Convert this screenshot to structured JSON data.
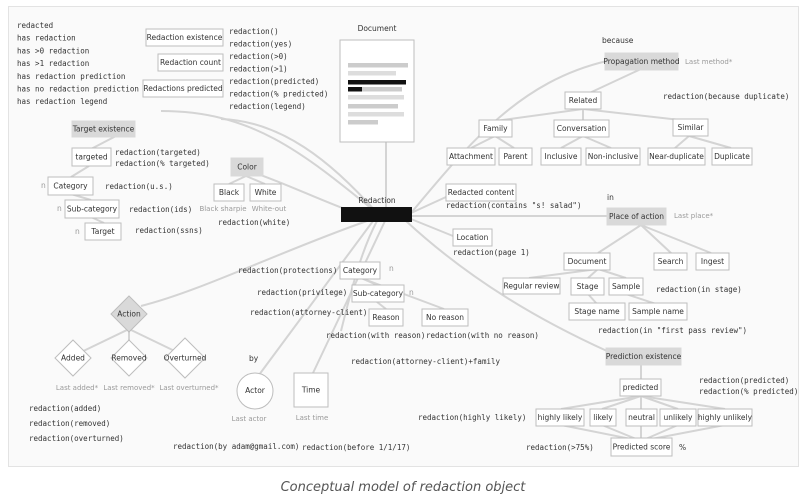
{
  "caption": "Conceptual model of redaction object",
  "top_left_list": [
    "redacted",
    "has redaction",
    "has >0 redaction",
    "has >1 redaction",
    "has redaction prediction",
    "has no redaction prediction",
    "has redaction legend"
  ],
  "doc": {
    "title": "Document",
    "center": "Redaction"
  },
  "existence": {
    "existence_box": "Redaction existence",
    "count_box": "Redaction count",
    "predicted_box": "Redactions predicted",
    "code": [
      "redaction()",
      "redaction(yes)",
      "redaction(>0)",
      "redaction(>1)",
      "redaction(predicted)",
      "redaction(% predicted)",
      "redaction(legend)"
    ]
  },
  "target": {
    "header": "Target existence",
    "targeted": "targeted",
    "category": "Category",
    "subcategory": "Sub-category",
    "target": "Target",
    "code_targeted": "redaction(targeted)",
    "code_pct": "redaction(% targeted)",
    "code_us": "redaction(u.s.)",
    "code_ids": "redaction(ids)",
    "code_ssns": "redaction(ssns)",
    "n": "n"
  },
  "color": {
    "header": "Color",
    "black": "Black",
    "white": "White",
    "black_sub": "Black sharpie",
    "white_sub": "White-out",
    "code": "redaction(white)"
  },
  "content": {
    "box": "Redacted content",
    "code": "redaction(contains \"s! salad\")"
  },
  "location": {
    "box": "Location",
    "code": "redaction(page 1)"
  },
  "propagation": {
    "because": "because",
    "header": "Propagation method",
    "last": "Last method*",
    "related": "Related",
    "family": "Family",
    "conversation": "Conversation",
    "similar": "Similar",
    "attachment": "Attachment",
    "parent": "Parent",
    "inclusive": "Inclusive",
    "noninclusive": "Non-inclusive",
    "near_dup": "Near-duplicate",
    "duplicate": "Duplicate",
    "code": "redaction(because duplicate)"
  },
  "place": {
    "in": "in",
    "header": "Place of action",
    "last": "Last place*",
    "document": "Document",
    "search": "Search",
    "ingest": "Ingest",
    "regular_review": "Regular review",
    "stage": "Stage",
    "sample": "Sample",
    "stage_name": "Stage name",
    "sample_name": "Sample name",
    "code_stage": "redaction(in stage)",
    "code_first": "redaction(in \"first pass review\")"
  },
  "prediction": {
    "header": "Prediction existence",
    "predicted": "predicted",
    "code_predicted": "redaction(predicted)",
    "code_pct": "redaction(% predicted)",
    "levels": [
      "highly likely",
      "likely",
      "neutral",
      "unlikely",
      "highly unlikely"
    ],
    "score": "Predicted score",
    "pct": "%",
    "code_likely": "redaction(highly likely)",
    "code_score": "redaction(>75%)"
  },
  "reason": {
    "code_protections": "redaction(protections)",
    "code_privilege": "redaction(privilege)",
    "code_attorney": "redaction(attorney-client)",
    "category": "Category",
    "subcategory": "Sub-category",
    "reason": "Reason",
    "no_reason": "No reason",
    "n": "n",
    "code_with": "redaction(with reason)",
    "code_without": "redaction(with no reason)",
    "code_family": "redaction(attorney-client)+family"
  },
  "action": {
    "header": "Action",
    "added": "Added",
    "removed": "Removed",
    "overturned": "Overturned",
    "last_added": "Last added*",
    "last_removed": "Last removed*",
    "last_overturned": "Last overturned*",
    "code_added": "redaction(added)",
    "code_removed": "redaction(removed)",
    "code_overturned": "redaction(overturned)"
  },
  "actor": {
    "by": "by",
    "circle": "Actor",
    "last": "Last actor",
    "code": "redaction(by adam@gmail.com)"
  },
  "time": {
    "box": "Time",
    "last": "Last time",
    "code": "redaction(before 1/1/17)"
  },
  "colors": {
    "line": "#d4d4d4",
    "box_border": "#bdbdbd",
    "header_fill": "#d9d9d9",
    "text": "#333333",
    "muted": "#9a9a9a",
    "black": "#111111"
  }
}
